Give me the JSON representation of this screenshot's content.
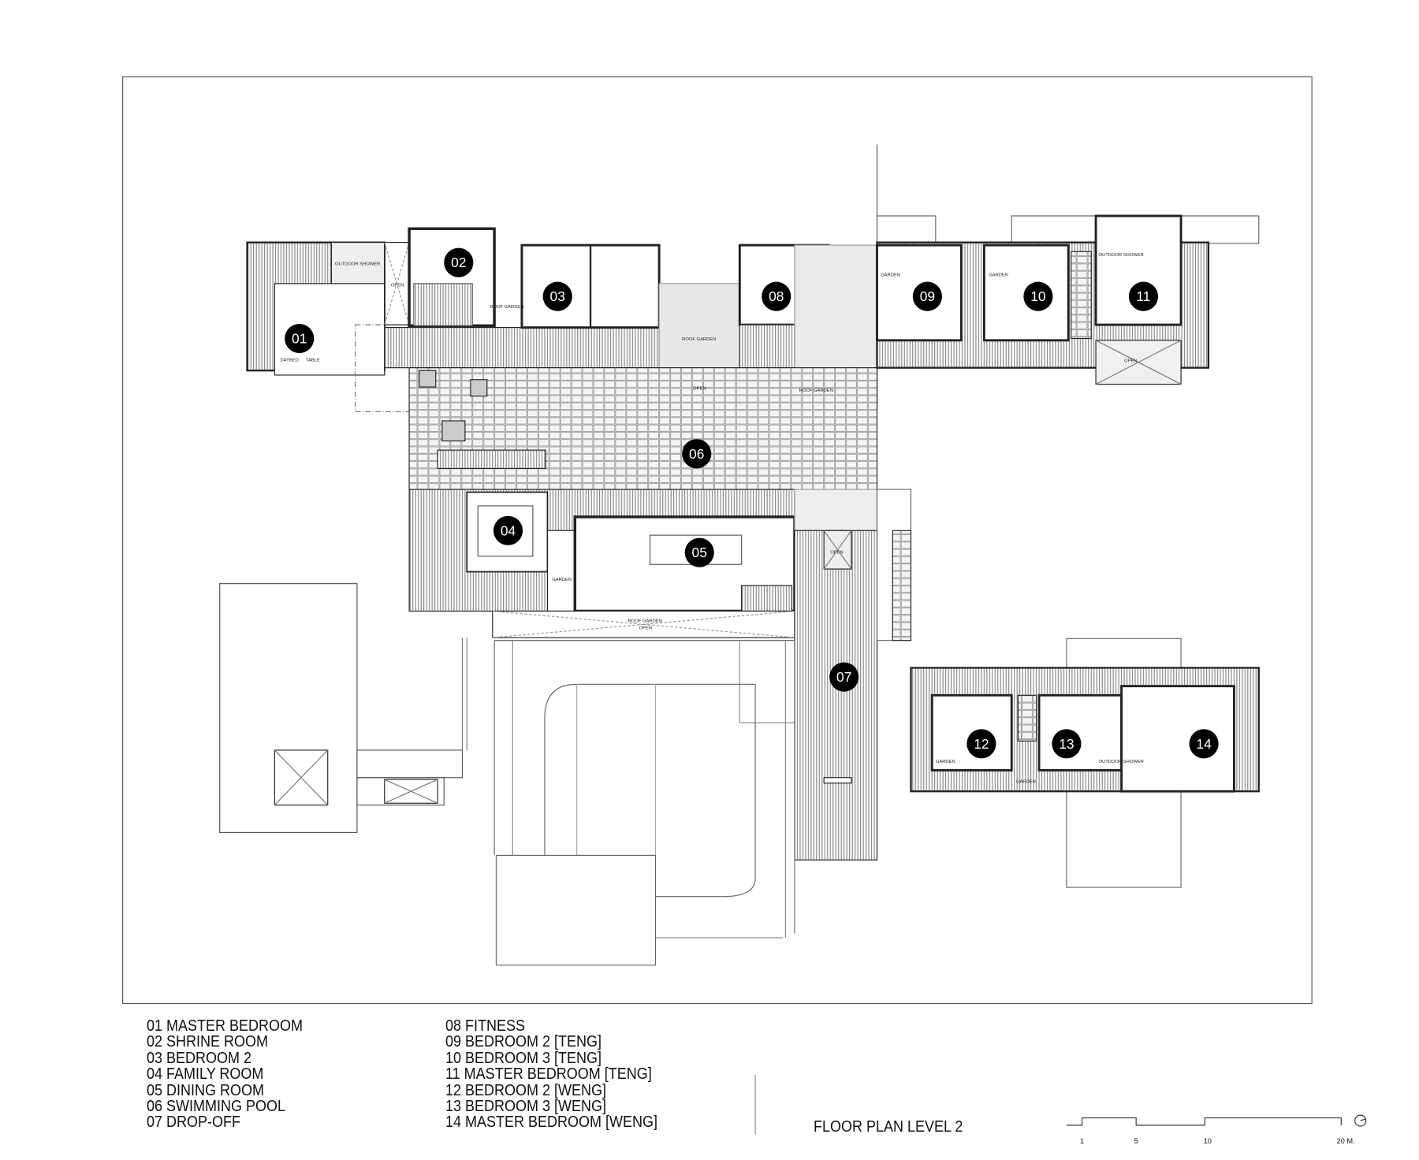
{
  "title": "FLOOR PLAN LEVEL 2",
  "legend": {
    "col1": [
      "01 MASTER BEDROOM",
      "02 SHRINE ROOM",
      "03 BEDROOM 2",
      "04 FAMILY ROOM",
      "05 DINING ROOM",
      "06 SWIMMING POOL",
      "07 DROP-OFF"
    ],
    "col2": [
      "08 FITNESS",
      "09 BEDROOM 2 [TENG]",
      "10 BEDROOM 3 [TENG]",
      "11 MASTER BEDROOM [TENG]",
      "12 BEDROOM 2 [WENG]",
      "13 BEDROOM 3 [WENG]",
      "14 MASTER BEDROOM [WENG]"
    ]
  },
  "rooms": [
    "01",
    "02",
    "03",
    "04",
    "05",
    "06",
    "07",
    "08",
    "09",
    "10",
    "11",
    "12",
    "13",
    "14"
  ],
  "labels": {
    "outdoor_shower": "OUTDOOR SHOWER",
    "open": "OPEN",
    "roof_garden": "ROOF GARDEN",
    "garden": "GARDEN",
    "daybed": "DAYBED",
    "table": "TABLE"
  },
  "scale_bar": {
    "ticks": [
      "1",
      "5",
      "10",
      "20 M."
    ]
  }
}
